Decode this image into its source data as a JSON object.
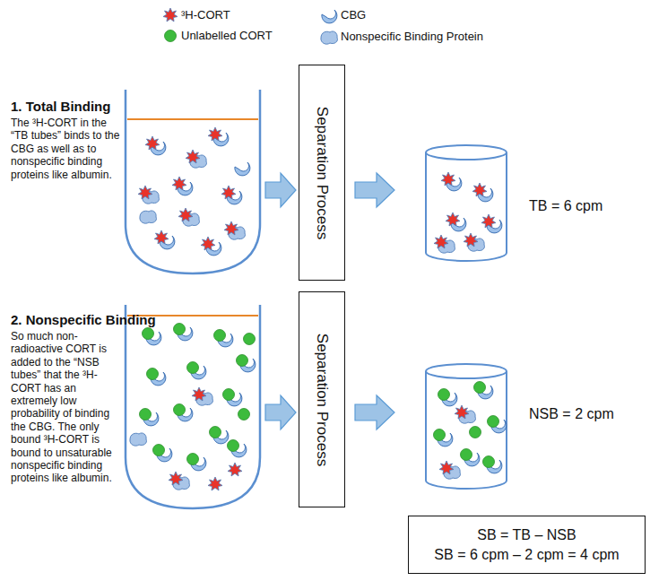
{
  "diagram": {
    "nodes": [
      {
        "text": [
          "Separation Process"
        ]
      },
      {
        "text": [
          "Separation Process"
        ]
      },
      {
        "text": [
          "SB = TB – NSB",
          "SB = 6 cpm – 2 cpm = 4 cpm"
        ]
      }
    ],
    "labels": [
      "1. Total Binding",
      "The ³H-CORT in the “TB tubes” binds to the CBG as well as to nonspecific binding proteins like albumin.",
      "TB = 6 cpm",
      "2. Nonspecific Binding",
      "So much non-radioactive CORT is added to the “NSB tubes” that the ³H-CORT has an extremely low probability of binding the CBG. The only bound ³H-CORT is bound to unsaturable nonspecific binding proteins like albumin.",
      "NSB = 2 cpm"
    ],
    "legend": [
      {
        "text": "³H-CORT"
      },
      {
        "text": "Unlabelled CORT"
      },
      {
        "text": "CBG"
      },
      {
        "text": "Nonspecific Binding Protein"
      }
    ]
  }
}
